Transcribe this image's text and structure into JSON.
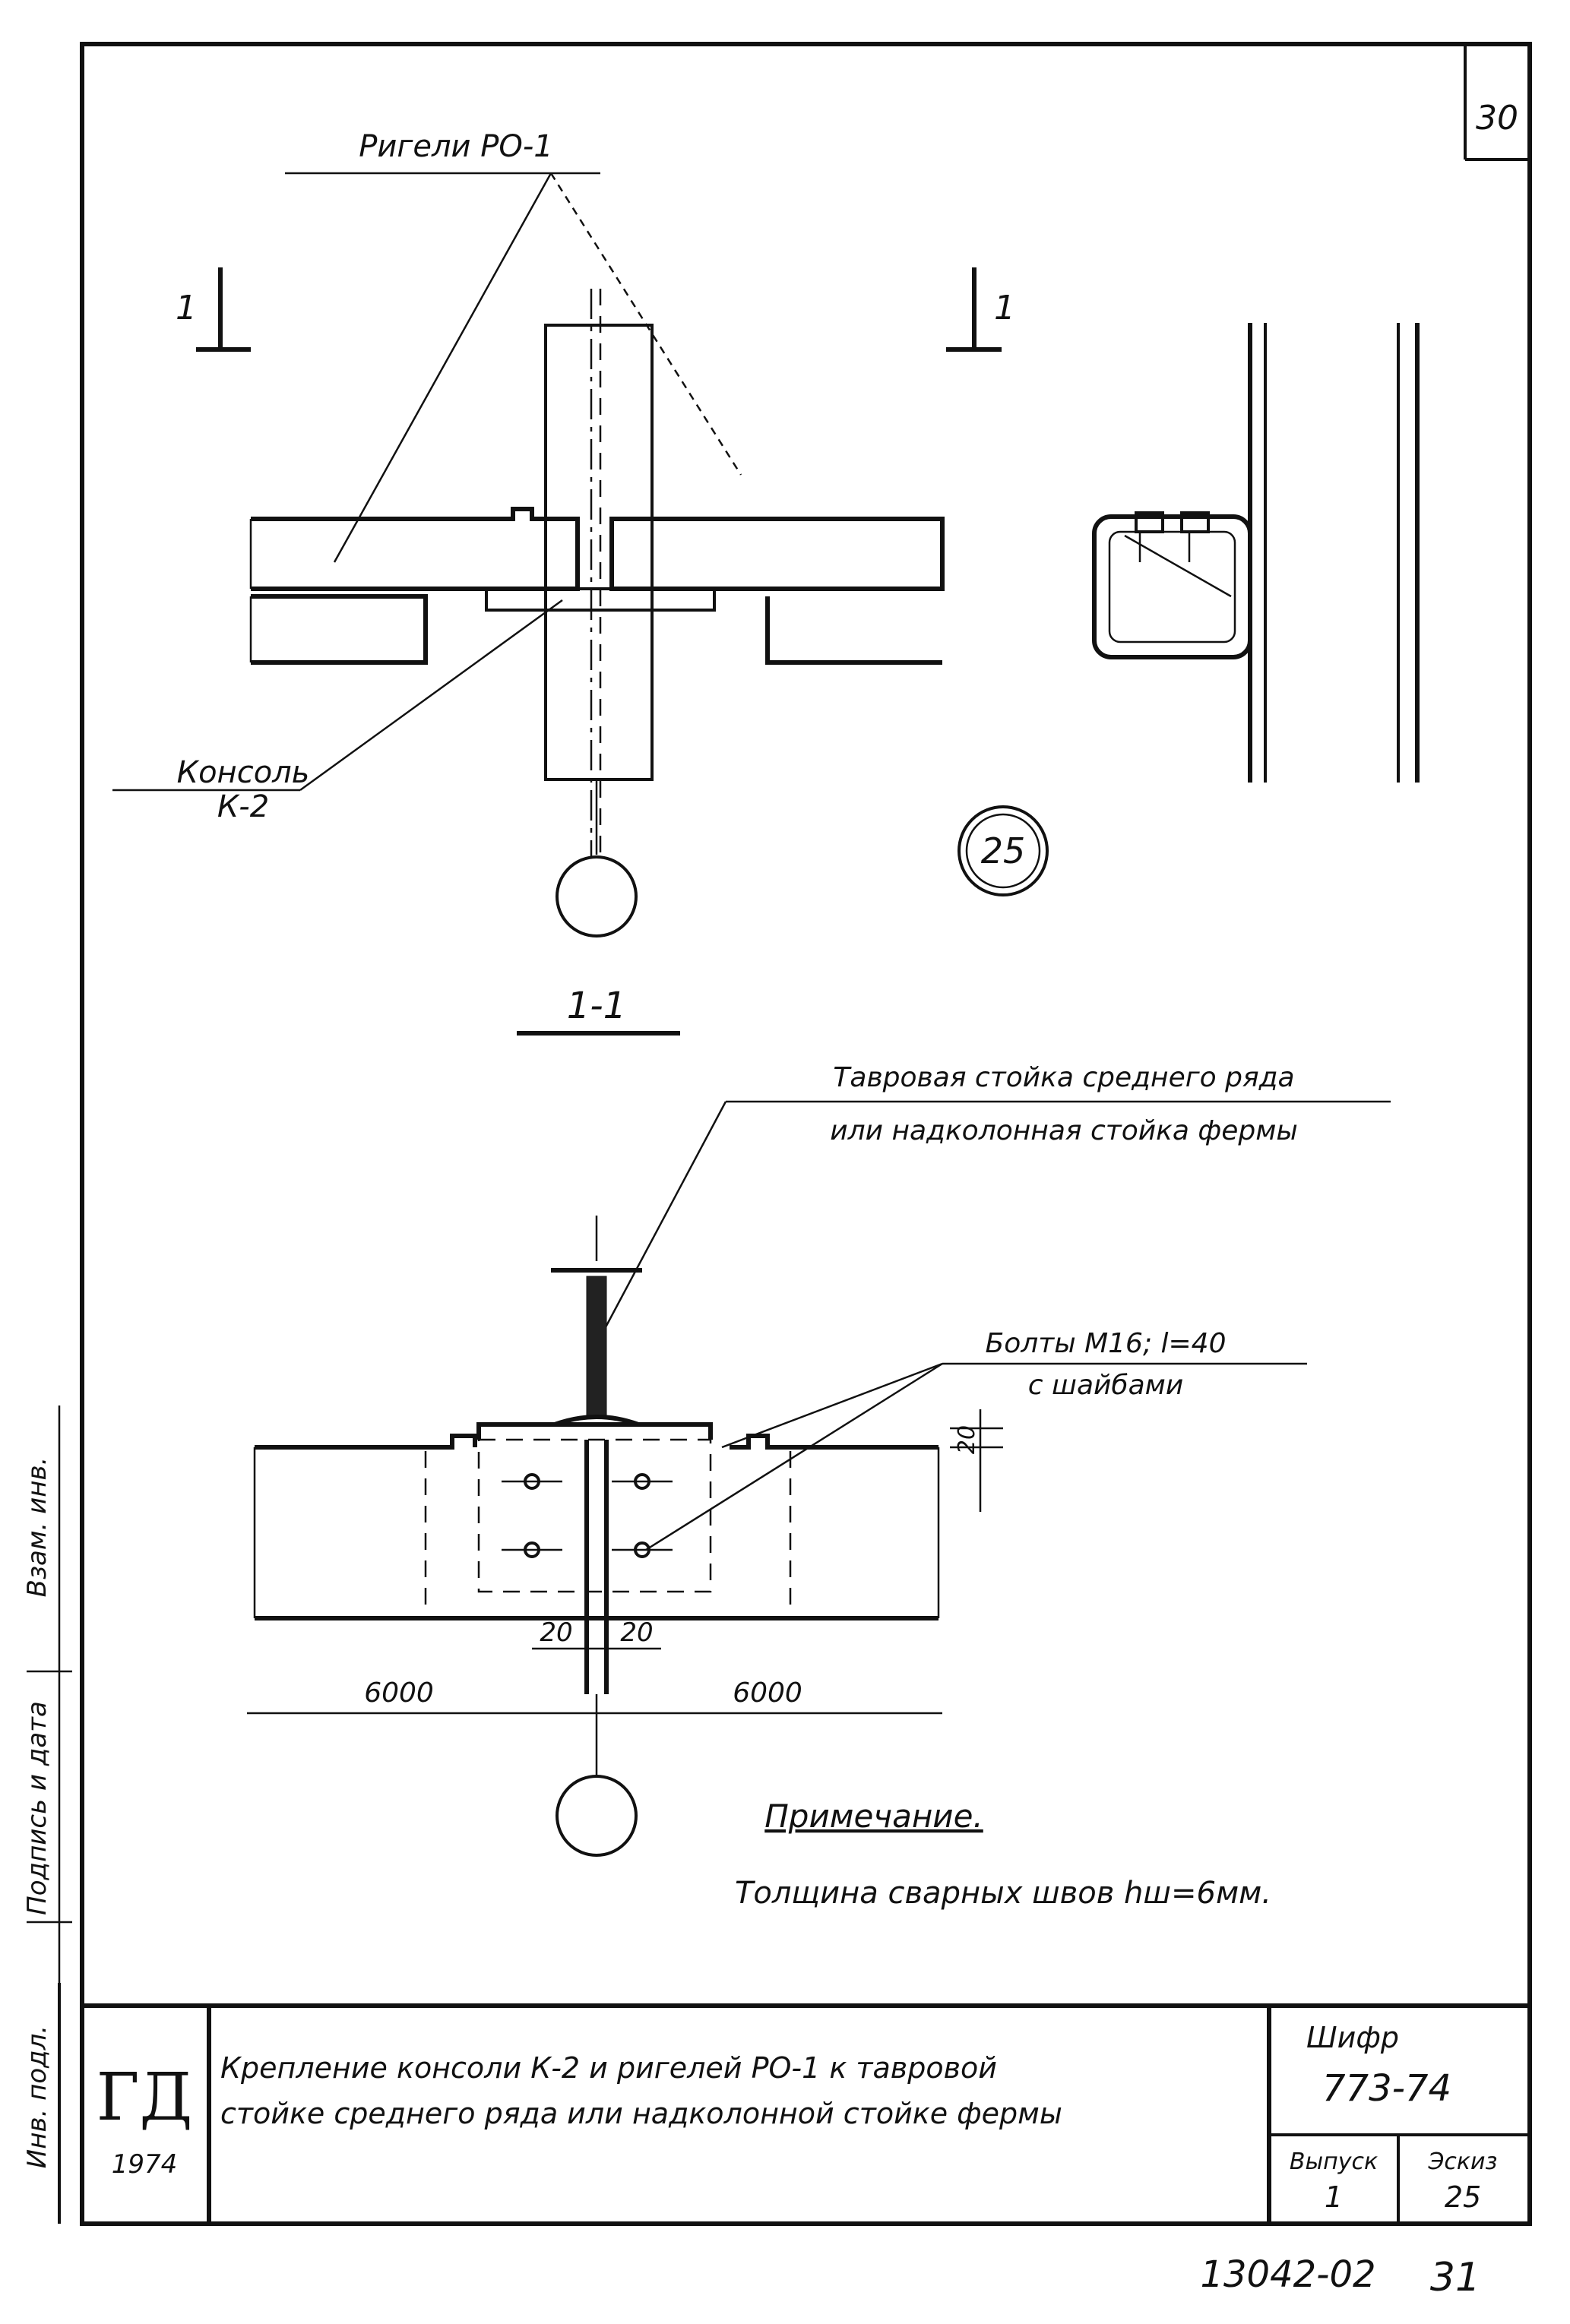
{
  "sheet": {
    "page_number": "30",
    "bottom_number": "13042-02",
    "bottom_page": "31"
  },
  "plan_view": {
    "ref_label": "Ригели РО-1",
    "section_left": "1",
    "section_right": "1",
    "bracket_label_line1": "Консоль",
    "bracket_label_line2": "К-2",
    "node_number": "25"
  },
  "section_view": {
    "title": "1-1",
    "column_label_line1": "Тавровая стойка среднего ряда",
    "column_label_line2": "или надколонная стойка фермы",
    "bolts_label_line1": "Болты М16; l=40",
    "bolts_label_line2": "с шайбами",
    "dim_20_left": "20",
    "dim_20_right": "20",
    "dim_20_vertical": "20",
    "span_left": "6000",
    "span_right": "6000"
  },
  "note": {
    "heading": "Примечание.",
    "text": "Толщина сварных швов hш=6мм."
  },
  "title_block": {
    "logo": "ГД",
    "year": "1974",
    "description_line1": "Крепление консоли К-2 и ригелей РО-1 к тавровой",
    "description_line2": "стойке среднего ряда или надколонной стойке фермы",
    "code_label": "Шифр",
    "code_value": "773-74",
    "issue_label": "Выпуск",
    "issue_value": "1",
    "sheet_label": "Эскиз",
    "sheet_value": "25"
  },
  "margin_text": {
    "line1": "Инв. подл.",
    "line2": "Подпись и дата",
    "line3": "Взам. инв."
  }
}
